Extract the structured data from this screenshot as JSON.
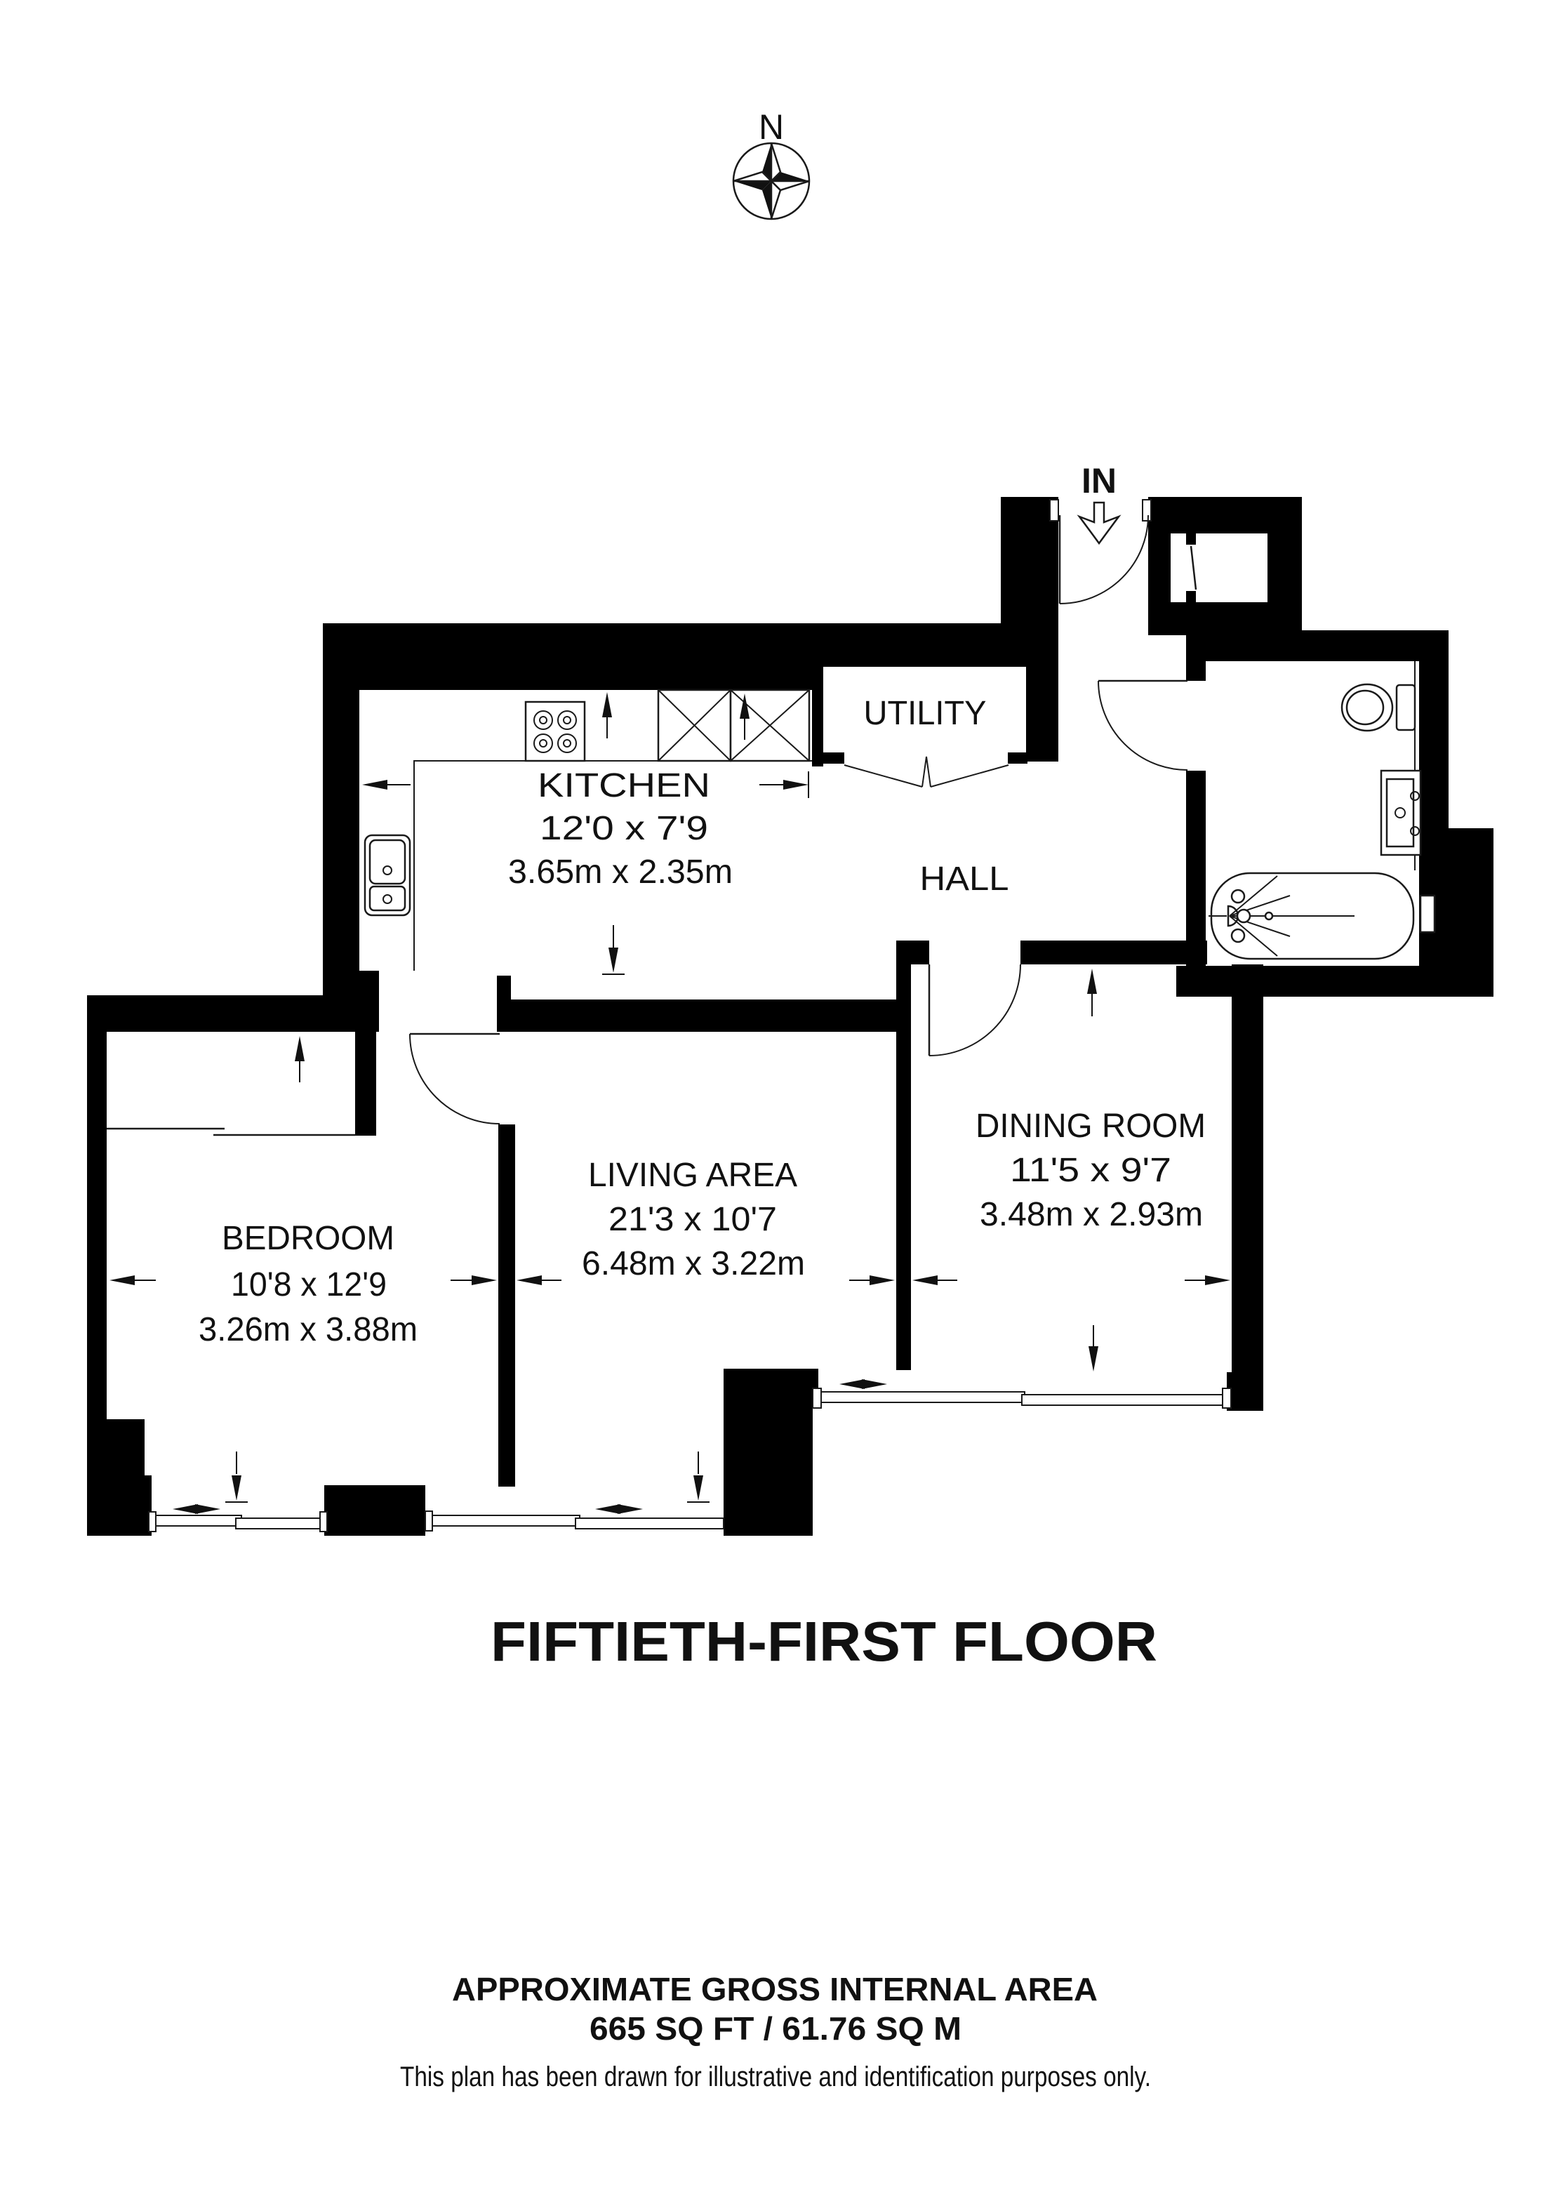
{
  "compass": {
    "north_label": "N"
  },
  "entrance": {
    "label": "IN"
  },
  "rooms": {
    "kitchen": {
      "name": "KITCHEN",
      "imperial": "12'0 x 7'9",
      "metric": "3.65m x 2.35m"
    },
    "utility": {
      "name": "UTILITY"
    },
    "hall": {
      "name": "HALL"
    },
    "dining": {
      "name": "DINING ROOM",
      "imperial": "11'5 x 9'7",
      "metric": "3.48m x 2.93m"
    },
    "living": {
      "name": "LIVING AREA",
      "imperial": "21'3 x 10'7",
      "metric": "6.48m x 3.22m"
    },
    "bedroom": {
      "name": "BEDROOM",
      "imperial": "10'8 x 12'9",
      "metric": "3.26m x 3.88m"
    }
  },
  "footer": {
    "floor_title": "FIFTIETH-FIRST FLOOR",
    "area_heading": "APPROXIMATE GROSS INTERNAL AREA",
    "area_value": "665 SQ FT / 61.76 SQ M",
    "disclaimer": "This plan has been drawn for illustrative and identification purposes only."
  },
  "colors": {
    "wall": "#000000",
    "line": "#1a1a1a",
    "background": "#ffffff"
  }
}
